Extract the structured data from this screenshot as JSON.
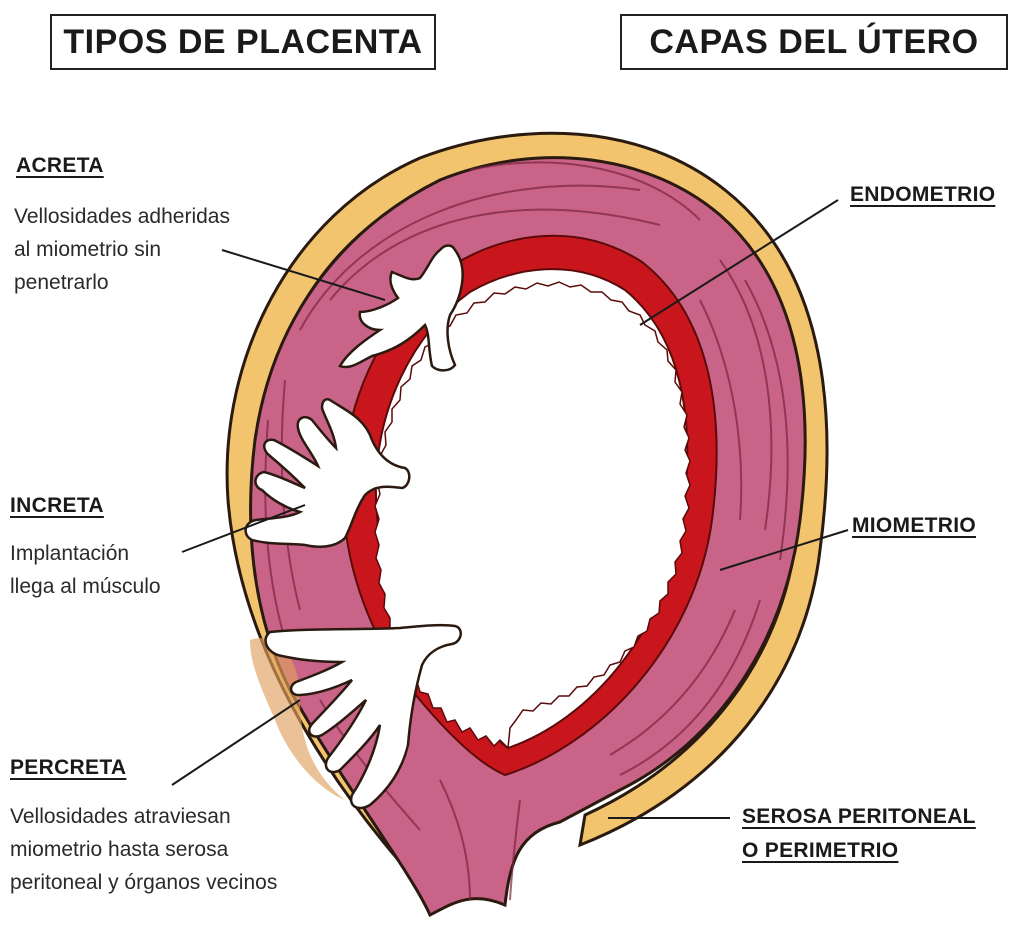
{
  "titles": {
    "left": "TIPOS DE PLACENTA",
    "right": "CAPAS DEL ÚTERO"
  },
  "placenta_types": {
    "acreta": {
      "heading": "ACRETA",
      "lines": [
        "Vellosidades adheridas",
        "al miometrio sin",
        "penetrarlo"
      ]
    },
    "increta": {
      "heading": "INCRETA",
      "lines": [
        "Implantación",
        "llega al músculo"
      ]
    },
    "percreta": {
      "heading": "PERCRETA",
      "lines": [
        "Vellosidades atraviesan",
        "miometrio hasta serosa",
        "peritoneal y órganos vecinos"
      ]
    }
  },
  "uterus_layers": {
    "endometrio": {
      "lines": [
        "ENDOMETRIO"
      ]
    },
    "miometrio": {
      "lines": [
        "MIOMETRIO"
      ]
    },
    "serosa": {
      "lines": [
        "SEROSA PERITONEAL",
        "O PERIMETRIO"
      ]
    }
  },
  "colors": {
    "serosa": "#f2c46d",
    "myometrium": "#c96387",
    "myometrium_stroke": "#7a2440",
    "endometrium": "#c8161c",
    "villi": "#ffffff",
    "percreta_halo": "#e0a25f"
  }
}
